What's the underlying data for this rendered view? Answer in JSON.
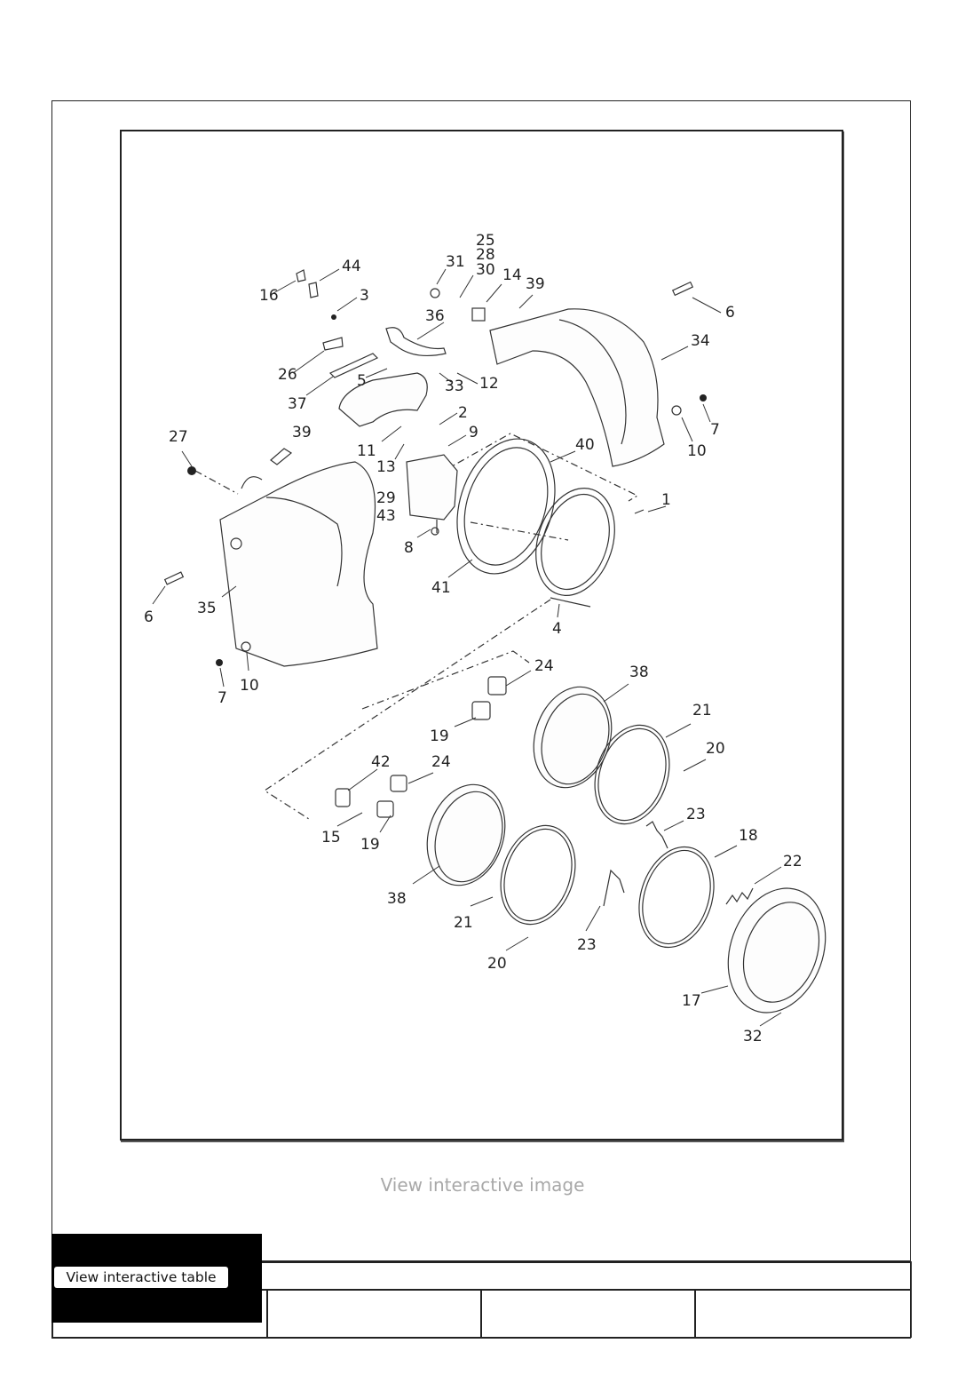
{
  "diagram": {
    "callouts": [
      "1",
      "2",
      "3",
      "4",
      "5",
      "6",
      "6",
      "7",
      "7",
      "8",
      "9",
      "10",
      "10",
      "11",
      "12",
      "13",
      "14",
      "15",
      "16",
      "17",
      "18",
      "19",
      "19",
      "20",
      "20",
      "21",
      "21",
      "22",
      "23",
      "23",
      "24",
      "24",
      "25",
      "26",
      "27",
      "28",
      "29",
      "30",
      "31",
      "32",
      "33",
      "34",
      "35",
      "36",
      "37",
      "38",
      "38",
      "39",
      "39",
      "40",
      "41",
      "42",
      "43",
      "44"
    ]
  },
  "links": {
    "view_image": "View interactive image",
    "view_table": "View interactive table"
  },
  "colors": {
    "line": "#222222",
    "link_gray": "#a8a8a8"
  }
}
